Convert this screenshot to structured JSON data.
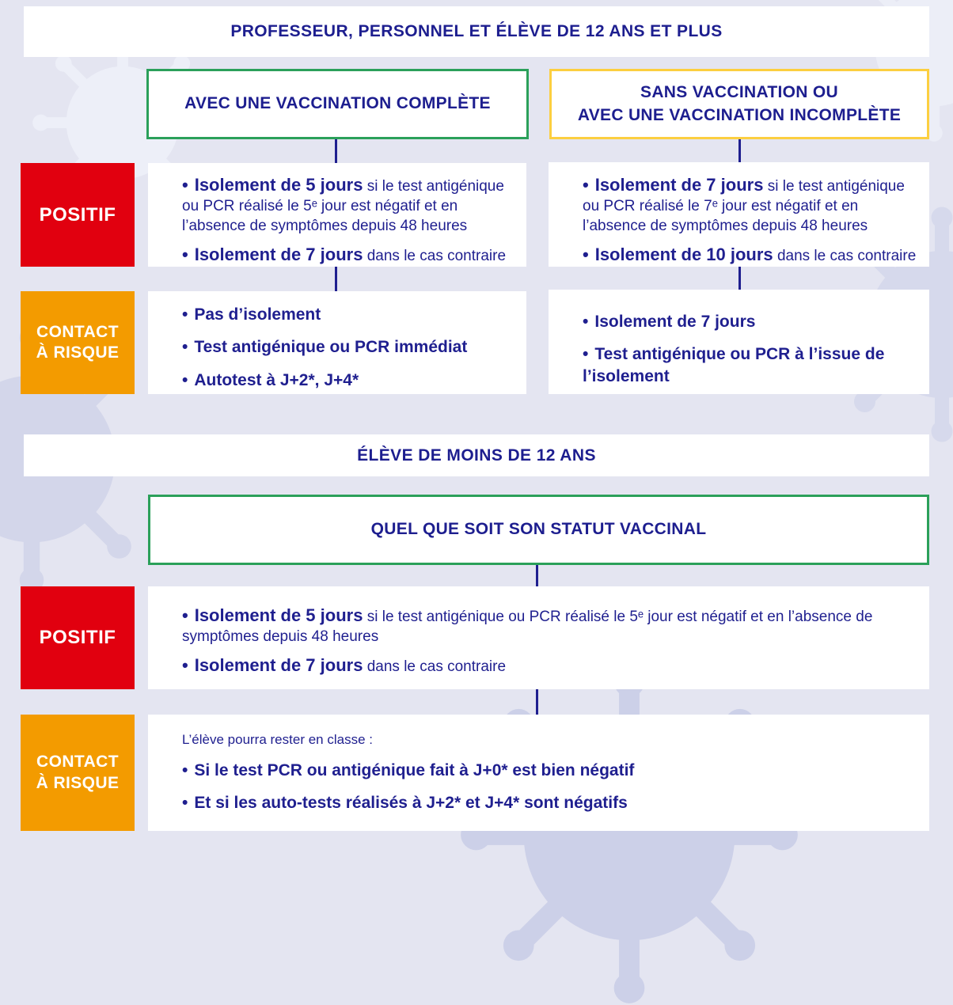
{
  "glyphs": {
    "bullet": "•"
  },
  "palette": {
    "background": "#e4e5f1",
    "panel": "#ffffff",
    "text_blue": "#1f1f8f",
    "positive_red": "#e1000f",
    "contact_orange": "#f39b00",
    "vaccinated_green": "#2ba05a",
    "unvaccinated_yellow": "#fccf40"
  },
  "sections": {
    "over12": {
      "header": "PROFESSEUR, PERSONNEL ET ÉLÈVE DE 12 ANS ET PLUS",
      "col_vaccinated": {
        "title": "AVEC UNE VACCINATION COMPLÈTE"
      },
      "col_unvaccinated": {
        "title": "SANS VACCINATION OU\nAVEC UNE VACCINATION INCOMPLÈTE"
      },
      "row_positive": {
        "label": "POSITIF",
        "vaccinated": {
          "bullets": [
            {
              "lead": "Isolement de 5 jours",
              "tail": " si le test antigénique ou PCR réalisé le 5ᵉ jour est négatif et en l’absence de symptômes depuis 48 heures"
            },
            {
              "lead": "Isolement de 7 jours",
              "tail": " dans le cas contraire"
            }
          ]
        },
        "unvaccinated": {
          "bullets": [
            {
              "lead": "Isolement de 7 jours",
              "tail": " si le test antigénique ou PCR réalisé le 7ᵉ jour est négatif et en l’absence de symptômes depuis 48 heures"
            },
            {
              "lead": "Isolement de 10 jours",
              "tail": " dans le cas contraire"
            }
          ]
        }
      },
      "row_contact": {
        "label": "CONTACT\nÀ RISQUE",
        "vaccinated": {
          "bullets": [
            {
              "lead": "Pas d’isolement",
              "tail": ""
            },
            {
              "lead": "Test antigénique ou PCR immédiat",
              "tail": ""
            },
            {
              "lead": "Autotest à J+2*, J+4*",
              "tail": ""
            }
          ]
        },
        "unvaccinated": {
          "bullets": [
            {
              "lead": "Isolement de 7 jours",
              "tail": ""
            },
            {
              "lead": "Test antigénique ou PCR à l’issue de l’isolement",
              "tail": ""
            }
          ]
        }
      }
    },
    "under12": {
      "header": "ÉLÈVE DE MOINS DE 12 ANS",
      "col_any": {
        "title": "QUEL QUE SOIT SON STATUT VACCINAL"
      },
      "row_positive": {
        "label": "POSITIF",
        "bullets": [
          {
            "lead": "Isolement de 5 jours",
            "tail": " si le test antigénique ou PCR réalisé le 5ᵉ jour est négatif et en l’absence de symptômes depuis 48 heures"
          },
          {
            "lead": "Isolement de 7 jours",
            "tail": " dans le cas contraire"
          }
        ]
      },
      "row_contact": {
        "label": "CONTACT\nÀ RISQUE",
        "intro": "L’élève pourra rester en classe :",
        "bullets": [
          {
            "lead": "Si le test PCR ou antigénique fait à J+0* est bien négatif",
            "tail": ""
          },
          {
            "lead": "Et si les auto-tests réalisés à J+2* et J+4* sont négatifs",
            "tail": ""
          }
        ]
      }
    }
  }
}
